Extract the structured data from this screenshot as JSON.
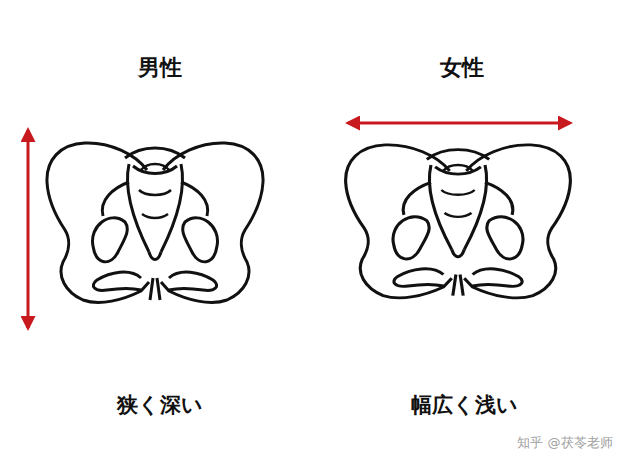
{
  "diagram": {
    "labels": [
      "男性",
      "女性",
      "狭く深い",
      "幅広く浅い",
      "知乎 @茯苓老师"
    ]
  }
}
